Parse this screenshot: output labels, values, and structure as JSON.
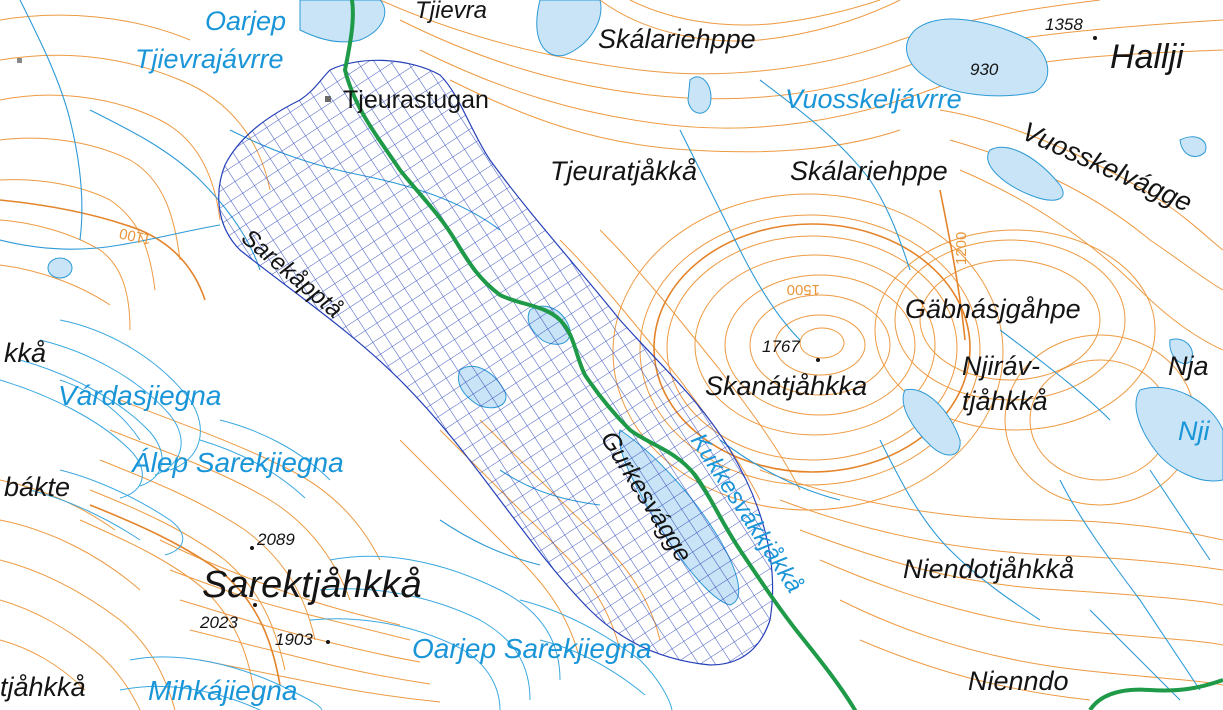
{
  "map": {
    "colors": {
      "background": "#ffffff",
      "contour": "#ee9a42",
      "contour_index": "#e4842a",
      "water": "#c8e4f6",
      "stream": "#2d9ad6",
      "glacier_line": "#3aa8e0",
      "trail": "#1f9a48",
      "hatch": "#2540b8",
      "black_label": "#141414",
      "blue_label": "#1a96d8"
    },
    "place_names": [
      {
        "id": "hallji",
        "text": "Hallji"
      },
      {
        "id": "skalariehppe-top",
        "text": "Skálariehppe"
      },
      {
        "id": "tjeurastugan",
        "text": "Tjeurastugan"
      },
      {
        "id": "tjeuratjakka",
        "text": "Tjeuratjåkkå"
      },
      {
        "id": "skalariehppe",
        "text": "Skálariehppe"
      },
      {
        "id": "vuosskelvagge",
        "text": "Vuosskelvágge"
      },
      {
        "id": "sarekapptja",
        "text": "Sarekåpptå"
      },
      {
        "id": "gabnasjgahpe",
        "text": "Gäbnásjgåhpe"
      },
      {
        "id": "skanatjahkka",
        "text": "Skanátjåhkka"
      },
      {
        "id": "njirav",
        "text": "Njiráv-"
      },
      {
        "id": "tjahkka",
        "text": "tjåhkkå"
      },
      {
        "id": "nja",
        "text": "Nja"
      },
      {
        "id": "kka",
        "text": "kkå"
      },
      {
        "id": "bakte",
        "text": "bákte"
      },
      {
        "id": "gurkesvagge",
        "text": "Gurkesvágge"
      },
      {
        "id": "sarektjahkka",
        "text": "Sarektjåhkkå"
      },
      {
        "id": "niendotjahkka",
        "text": "Niendotjåhkkå"
      },
      {
        "id": "nienndo",
        "text": "Nienndo"
      },
      {
        "id": "jahkka-bl",
        "text": "tjåhkkå"
      },
      {
        "id": "tjievra-top",
        "text": "Tjievra"
      }
    ],
    "water_names": [
      {
        "id": "oarjep-top",
        "text": "Oarjep"
      },
      {
        "id": "tjievrajavrre",
        "text": "Tjievrajávrre"
      },
      {
        "id": "vuosskeljavrre",
        "text": "Vuosskeljávrre"
      },
      {
        "id": "vardasjiegna",
        "text": "Várdasjiegna"
      },
      {
        "id": "alep-sarekjiegna",
        "text": "Álep Sarekjiegna"
      },
      {
        "id": "kukkesvakkjakka",
        "text": "Kukkesvákkjåkkå"
      },
      {
        "id": "oarjep-sarekjiegna",
        "text": "Oarjep Sarekjiegna"
      },
      {
        "id": "mihkajiegna",
        "text": "Mihkájiegna"
      },
      {
        "id": "nji",
        "text": "Nji"
      }
    ],
    "spot_heights": [
      {
        "id": "h1358",
        "text": "1358"
      },
      {
        "id": "h930",
        "text": "930"
      },
      {
        "id": "h1767",
        "text": "1767"
      },
      {
        "id": "h2089",
        "text": "2089"
      },
      {
        "id": "h2023",
        "text": "2023"
      },
      {
        "id": "h1903",
        "text": "1903"
      }
    ],
    "contour_labels": [
      {
        "id": "c1100",
        "text": "1100"
      },
      {
        "id": "c1500",
        "text": "1500"
      },
      {
        "id": "c1200",
        "text": "1200"
      }
    ]
  }
}
